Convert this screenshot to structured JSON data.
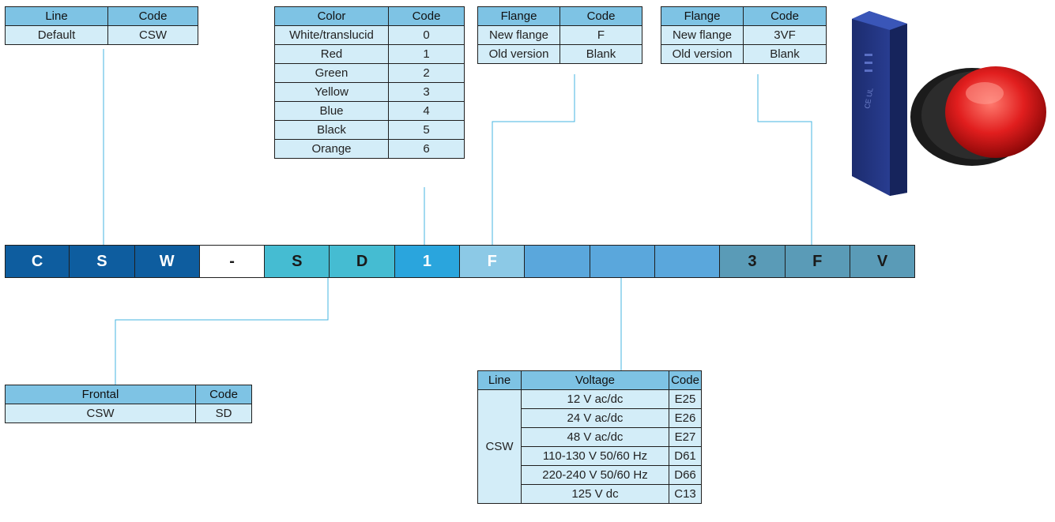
{
  "line_table": {
    "headers": [
      "Line",
      "Code"
    ],
    "rows": [
      [
        "Default",
        "CSW"
      ]
    ]
  },
  "color_table": {
    "headers": [
      "Color",
      "Code"
    ],
    "rows": [
      [
        "White/translucid",
        "0"
      ],
      [
        "Red",
        "1"
      ],
      [
        "Green",
        "2"
      ],
      [
        "Yellow",
        "3"
      ],
      [
        "Blue",
        "4"
      ],
      [
        "Black",
        "5"
      ],
      [
        "Orange",
        "6"
      ]
    ]
  },
  "flange_table_1": {
    "headers": [
      "Flange",
      "Code"
    ],
    "rows": [
      [
        "New flange",
        "F"
      ],
      [
        "Old version",
        "Blank"
      ]
    ]
  },
  "flange_table_2": {
    "headers": [
      "Flange",
      "Code"
    ],
    "rows": [
      [
        "New flange",
        "3VF"
      ],
      [
        "Old version",
        "Blank"
      ]
    ]
  },
  "frontal_table": {
    "headers": [
      "Frontal",
      "Code"
    ],
    "rows": [
      [
        "CSW",
        "SD"
      ]
    ]
  },
  "voltage_table": {
    "headers": [
      "Line",
      "Voltage",
      "Code"
    ],
    "line": "CSW",
    "rows": [
      [
        "12 V ac/dc",
        "E25"
      ],
      [
        "24 V ac/dc",
        "E26"
      ],
      [
        "48 V ac/dc",
        "E27"
      ],
      [
        "110-130 V 50/60 Hz",
        "D61"
      ],
      [
        "220-240 V 50/60 Hz",
        "D66"
      ],
      [
        "125 V dc",
        "C13"
      ]
    ]
  },
  "code_cells": [
    {
      "label": "C",
      "color": "#0e5d9f"
    },
    {
      "label": "S",
      "color": "#0e5d9f"
    },
    {
      "label": "W",
      "color": "#0e5d9f"
    },
    {
      "label": "-",
      "color": "#ffffff"
    },
    {
      "label": "S",
      "color": "#45bcd2"
    },
    {
      "label": "D",
      "color": "#45bcd2"
    },
    {
      "label": "1",
      "color": "#2aa5dd"
    },
    {
      "label": "F",
      "color": "#8cc9e6"
    },
    {
      "label": "",
      "color": "#5aa7dc"
    },
    {
      "label": "",
      "color": "#5aa7dc"
    },
    {
      "label": "",
      "color": "#5aa7dc"
    },
    {
      "label": "3",
      "color": "#5a9bb7"
    },
    {
      "label": "F",
      "color": "#5a9bb7"
    },
    {
      "label": "V",
      "color": "#5a9bb7"
    }
  ],
  "connector_color": "#45b5e0",
  "product_image": {
    "name": "red-pilot-light-product-icon"
  }
}
